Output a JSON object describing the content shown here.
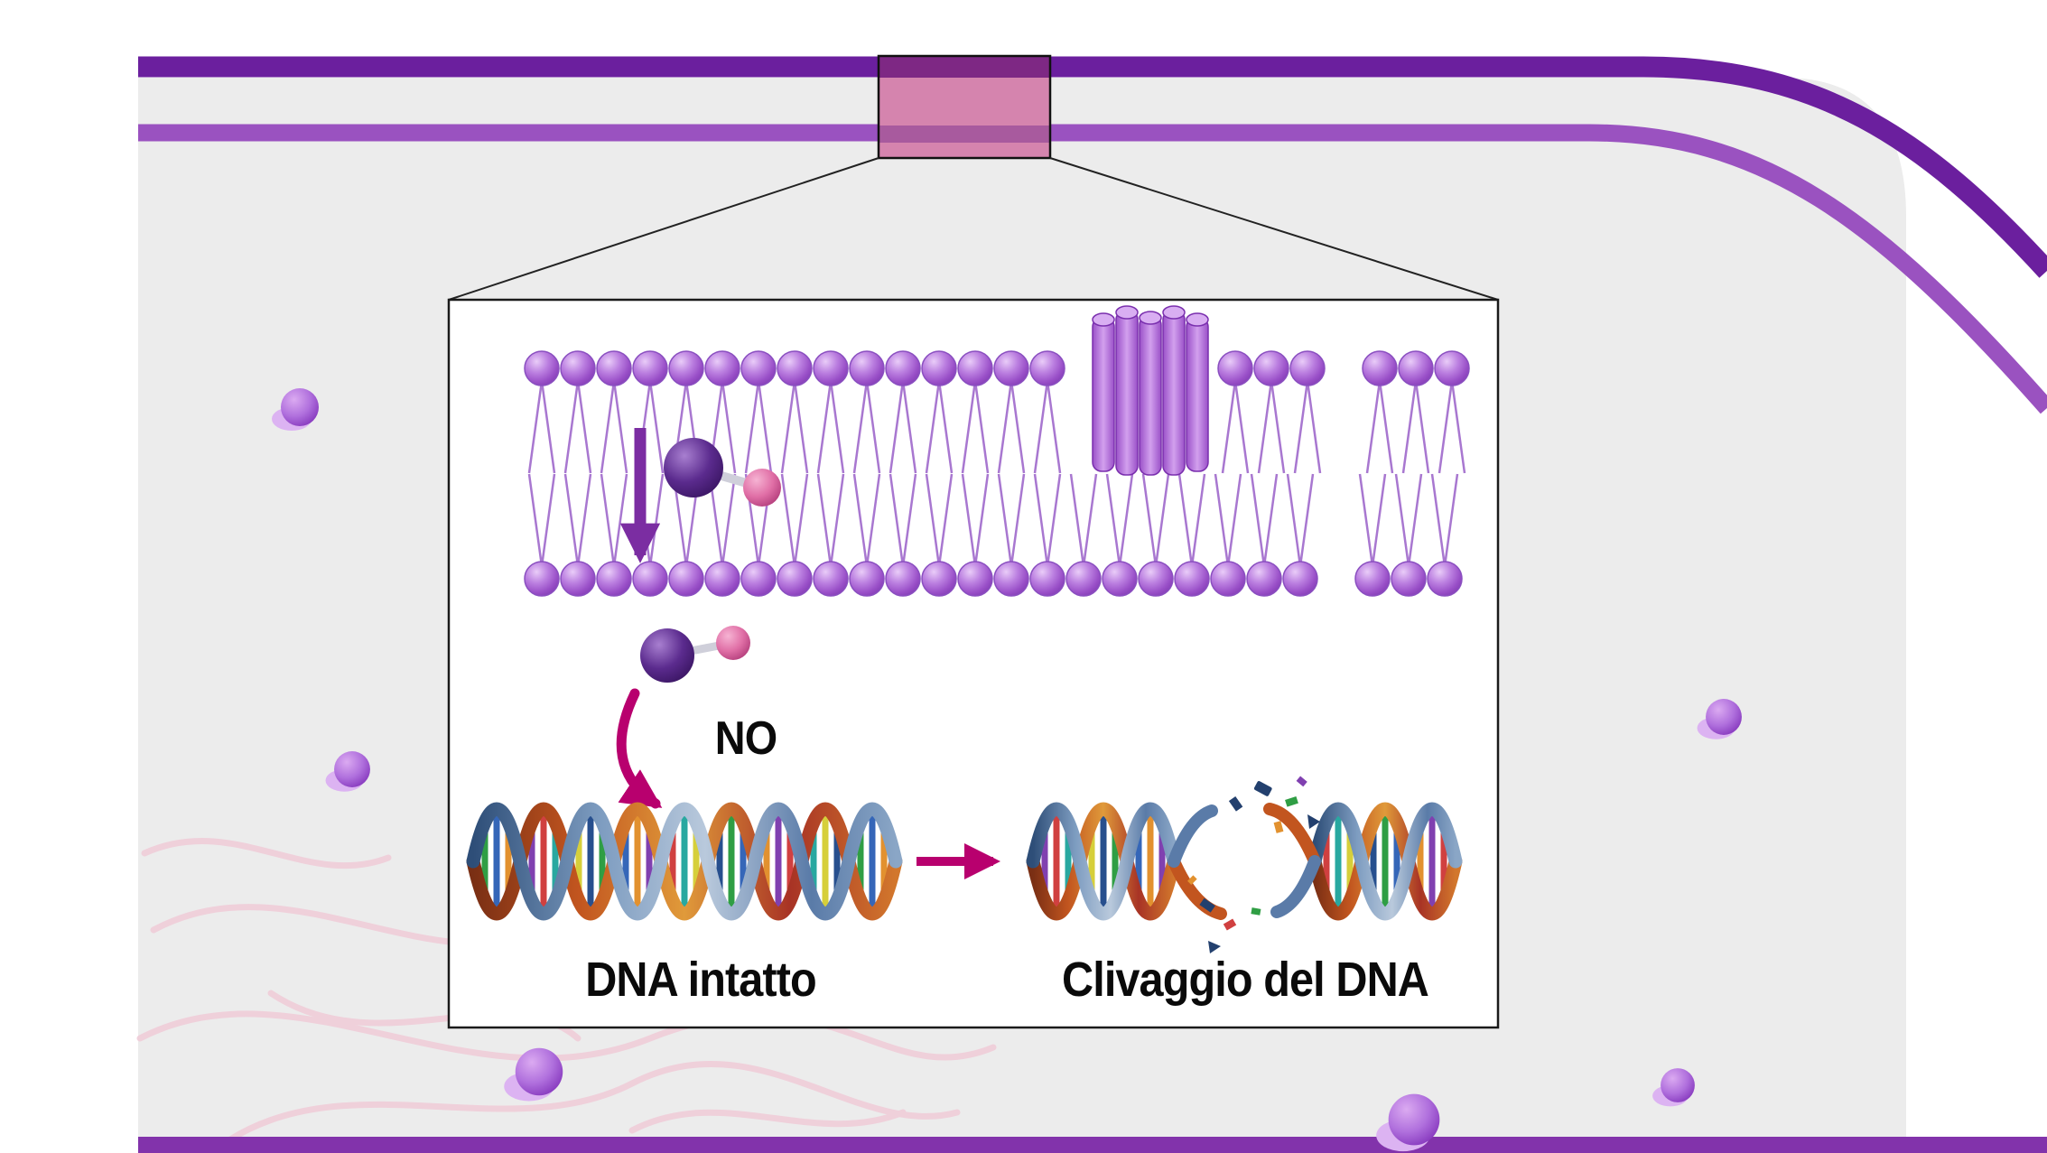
{
  "figure": {
    "labels": {
      "no": "NO",
      "dna_intact": "DNA intatto",
      "dna_cleaved": "Clivaggio del DNA"
    },
    "colors": {
      "membrane_dark": "#6b1f9e",
      "membrane_light": "#9a52c0",
      "highlight_pink": "#d584ae",
      "lipid_purple": "#bb7fe0",
      "protein_purple": "#b06fd8",
      "no_atom_dark": "#5b2b8e",
      "no_atom_pink": "#e06fa6",
      "arrow_magenta": "#b8006e",
      "arrow_purple": "#7b2da2",
      "cytoplasm_gray": "#ececec",
      "bottom_band": "#8233ab"
    }
  }
}
